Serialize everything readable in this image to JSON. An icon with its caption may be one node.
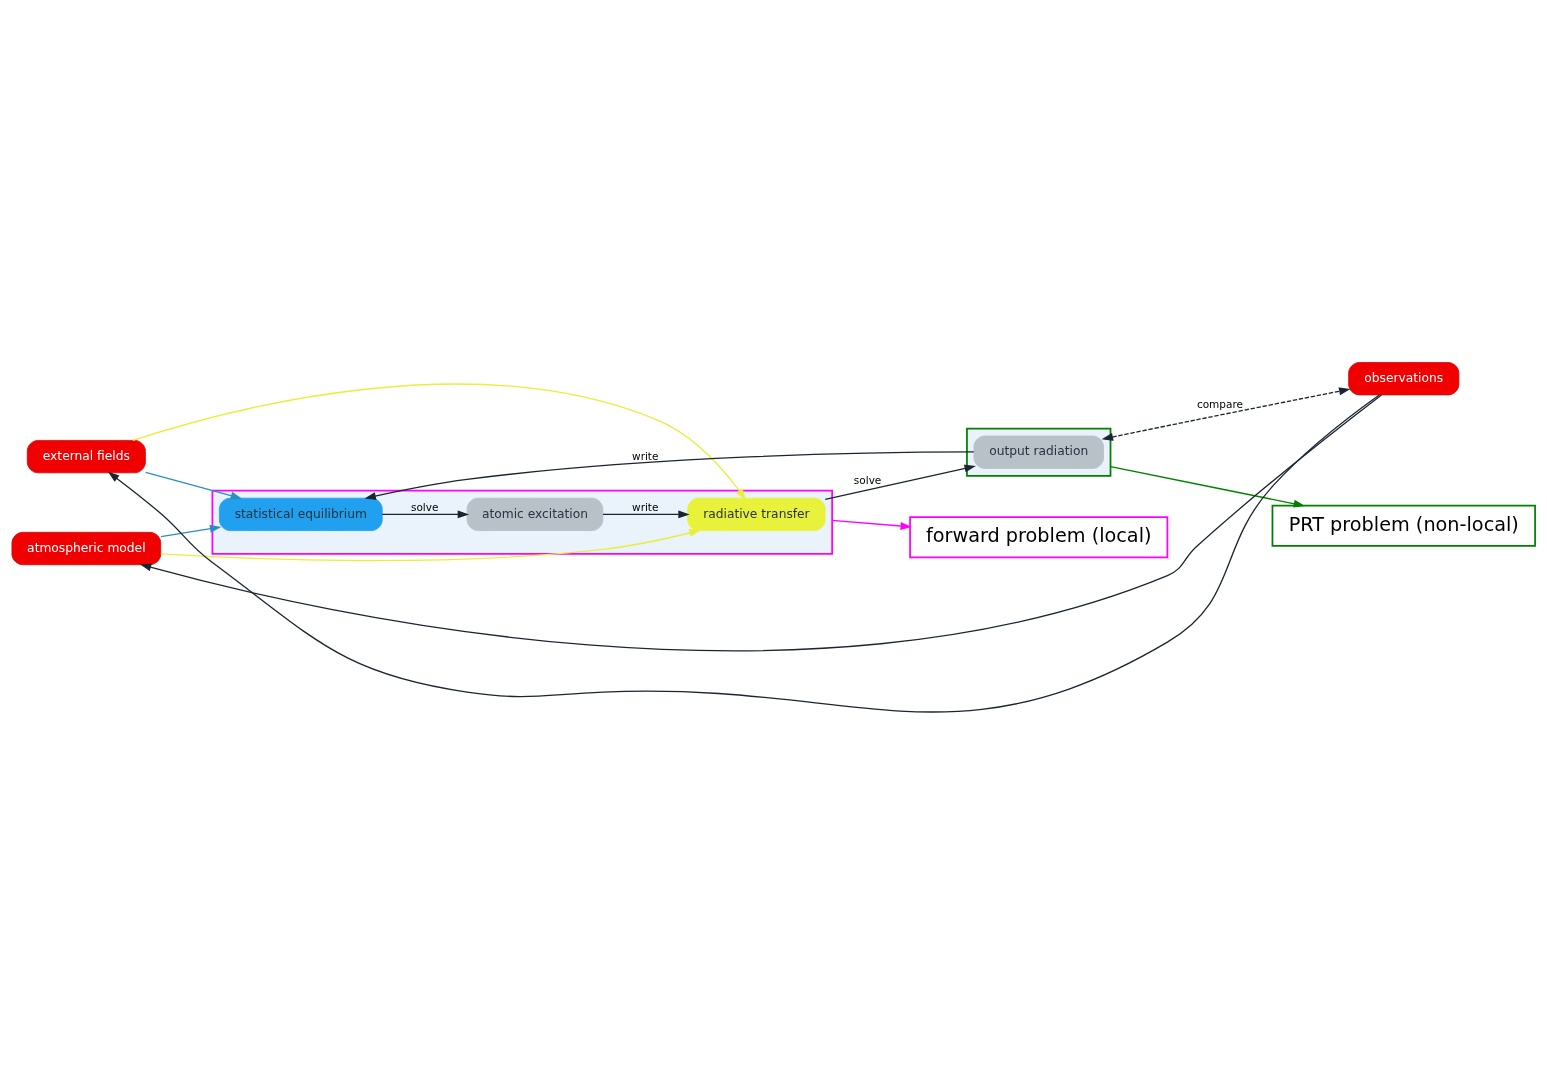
{
  "diagram": {
    "nodes": [
      {
        "text": [
          "atmospheric model"
        ]
      },
      {
        "text": [
          "external fields"
        ]
      },
      {
        "text": [
          "forward problem (local)"
        ]
      },
      {
        "text": [],
        "shape": "box"
      },
      {
        "text": [
          "radiative transfer"
        ],
        "in": 3
      },
      {
        "text": [
          "atomic excitation"
        ],
        "in": 3
      },
      {
        "text": [
          "statistical equilibrium"
        ],
        "in": 3
      },
      {
        "text": [],
        "shape": "box"
      },
      {
        "text": [
          "output radiation"
        ],
        "in": 7
      },
      {
        "text": [
          "observations"
        ]
      },
      {
        "text": [
          "PRT problem (non-local)"
        ]
      }
    ],
    "edges": [
      {
        "from": 5,
        "to": 4,
        "arrow": "to",
        "label": "write"
      },
      {
        "from": 4,
        "to": 8,
        "arrow": "to",
        "label": "solve"
      },
      {
        "from": 8,
        "to": 6,
        "arrow": "to",
        "label": "write"
      },
      {
        "from": 6,
        "to": 5,
        "arrow": "to",
        "label": "solve"
      },
      {
        "from": 8,
        "to": 9,
        "arrow": "both",
        "label": "compare",
        "style": "dashed"
      },
      {
        "from": 0,
        "to": 4,
        "arrow": "to",
        "color": "#e8ee3a"
      },
      {
        "from": 1,
        "to": 4,
        "arrow": "to",
        "color": "#e8ee3a"
      },
      {
        "from": 0,
        "to": 6,
        "arrow": "to",
        "color": "#2a8fbf"
      },
      {
        "from": 1,
        "to": 6,
        "arrow": "to",
        "color": "#2a8fbf"
      },
      {
        "from": 3,
        "to": 2,
        "arrow": "to",
        "color": "#ff00ff"
      },
      {
        "from": 7,
        "to": 10,
        "arrow": "to",
        "color": "#008000"
      },
      {
        "from": 9,
        "to": 0,
        "arrow": "to"
      },
      {
        "from": 9,
        "to": 1,
        "arrow": "to"
      }
    ]
  }
}
